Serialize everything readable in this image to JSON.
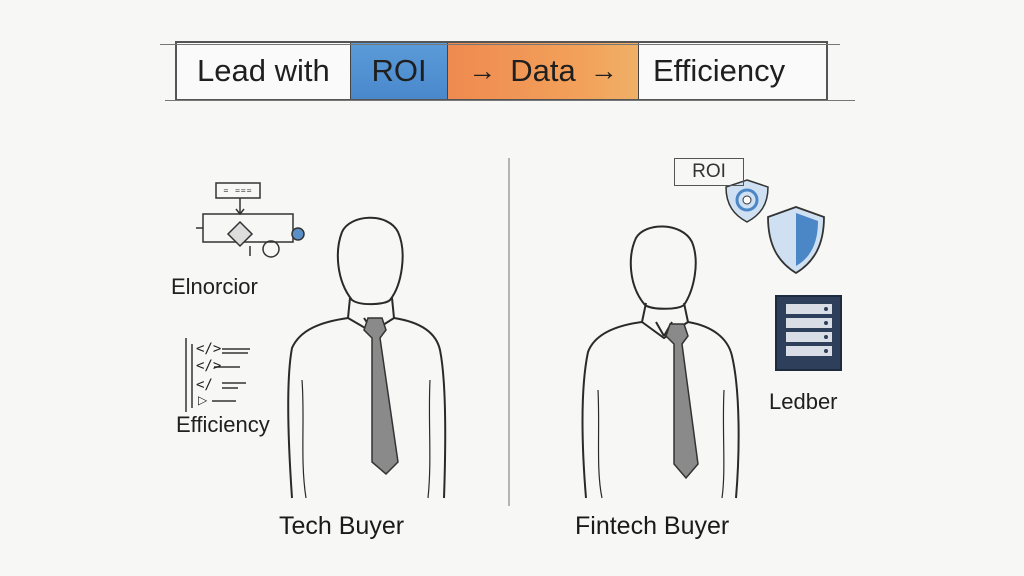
{
  "banner": {
    "lead": "Lead with",
    "roi": "ROI",
    "arrow": "→",
    "data": "Data",
    "efficiency": "Efficiency"
  },
  "left": {
    "icon_label_1": "Elnorcior",
    "icon_label_2": "Efficiency",
    "flow_box_text": "= ===",
    "code_lines": [
      "</>",
      "</>",
      "</",
      "▷"
    ],
    "caption": "Tech Buyer"
  },
  "right": {
    "roi_label": "ROI",
    "ledger_label": "Ledber",
    "caption": "Fintech Buyer"
  },
  "colors": {
    "roi_blue": "#4a88cc",
    "data_orange": "#ef8a50",
    "shield_blue": "#4b86c6",
    "ledger_navy": "#2e3f5c"
  }
}
